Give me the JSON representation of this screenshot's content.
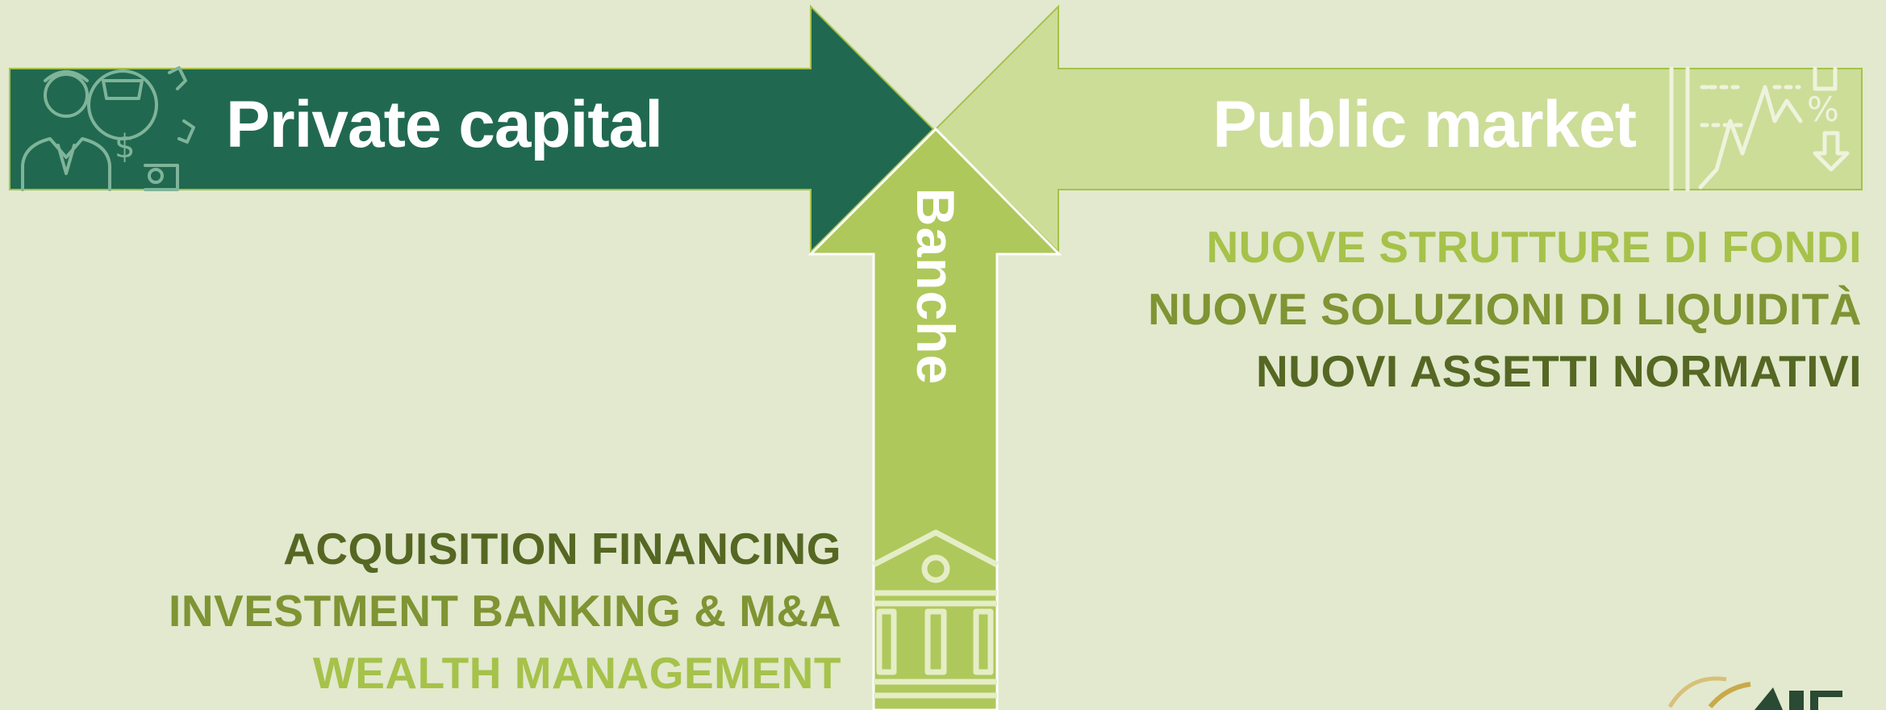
{
  "arrows": {
    "private_capital": "Private capital",
    "public_market": "Public market",
    "banche": "Banche"
  },
  "public_market_items": [
    {
      "text": "NUOVE STRUTTURE DI FONDI",
      "color": "#a6c24a"
    },
    {
      "text": "NUOVE SOLUZIONI DI LIQUIDITÀ",
      "color": "#7f9433"
    },
    {
      "text": "NUOVI ASSETTI NORMATIVI",
      "color": "#556723"
    }
  ],
  "banche_items": [
    {
      "text": "ACQUISITION FINANCING",
      "color": "#556723"
    },
    {
      "text": "INVESTMENT BANKING & M&A",
      "color": "#7f9433"
    },
    {
      "text": "WEALTH MANAGEMENT",
      "color": "#a6c24a"
    }
  ],
  "colors": {
    "background": "#e2e9ce",
    "private_arrow": "#206950",
    "public_arrow": "#ccdd98",
    "banche_arrow": "#afc85b"
  },
  "icons": {
    "private": "investor-icon",
    "public": "market-chart-icon",
    "banche": "bank-building-icon",
    "logo": "logo-partial"
  }
}
